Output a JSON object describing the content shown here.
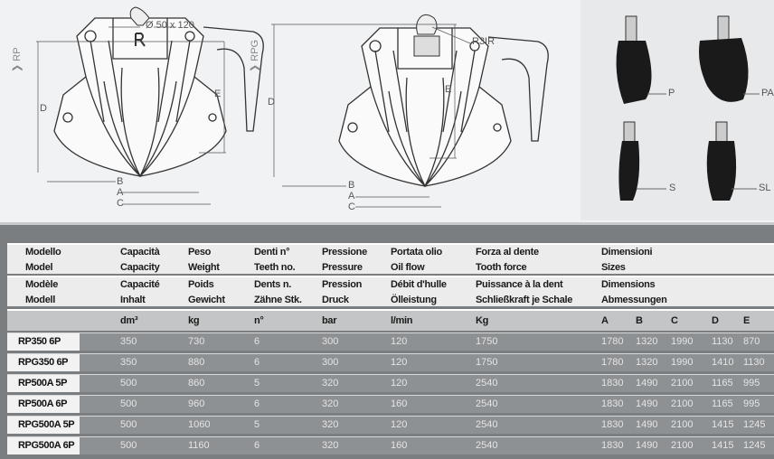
{
  "drawings": {
    "rp": {
      "side_label": "❯ RP",
      "pin_label": "Ø 50 x 120",
      "dims": [
        "D",
        "E",
        "B",
        "A",
        "C"
      ]
    },
    "rpg": {
      "side_label": "❯ RPG",
      "rotator_label": "R3IR",
      "dims": [
        "D",
        "E",
        "B",
        "A",
        "C"
      ]
    },
    "tines": [
      "P",
      "PA",
      "S",
      "SL"
    ]
  },
  "table": {
    "headers": [
      [
        "Modello",
        "Model",
        "Modèle",
        "Modell"
      ],
      [
        "Capacità",
        "Capacity",
        "Capacité",
        "Inhalt"
      ],
      [
        "Peso",
        "Weight",
        "Poids",
        "Gewicht"
      ],
      [
        "Denti n°",
        "Teeth no.",
        "Dents n.",
        "Zähne Stk."
      ],
      [
        "Pressione",
        "Pressure",
        "Pression",
        "Druck"
      ],
      [
        "Portata olio",
        "Oil flow",
        "Débit d'hulle",
        "Ölleistung"
      ],
      [
        "Forza al dente",
        "Tooth force",
        "Puissance à la dent",
        "Schließkraft je Schale"
      ],
      [
        "Dimensioni",
        "Sizes",
        "Dimensions",
        "Abmessungen"
      ]
    ],
    "units": [
      "",
      "dm³",
      "kg",
      "n°",
      "bar",
      "l/min",
      "Kg",
      "A",
      "B",
      "C",
      "D",
      "E"
    ],
    "rows": [
      [
        "RP350 6P",
        "350",
        "730",
        "6",
        "300",
        "120",
        "1750",
        "1780",
        "1320",
        "1990",
        "1130",
        "870"
      ],
      [
        "RPG350 6P",
        "350",
        "880",
        "6",
        "300",
        "120",
        "1750",
        "1780",
        "1320",
        "1990",
        "1410",
        "1130"
      ],
      [
        "RP500A 5P",
        "500",
        "860",
        "5",
        "320",
        "120",
        "2540",
        "1830",
        "1490",
        "2100",
        "1165",
        "995"
      ],
      [
        "RP500A 6P",
        "500",
        "960",
        "6",
        "320",
        "160",
        "2540",
        "1830",
        "1490",
        "2100",
        "1165",
        "995"
      ],
      [
        "RPG500A 5P",
        "500",
        "1060",
        "5",
        "320",
        "120",
        "2540",
        "1830",
        "1490",
        "2100",
        "1415",
        "1245"
      ],
      [
        "RPG500A 6P",
        "500",
        "1160",
        "6",
        "320",
        "160",
        "2540",
        "1830",
        "1490",
        "2100",
        "1415",
        "1245"
      ]
    ]
  }
}
